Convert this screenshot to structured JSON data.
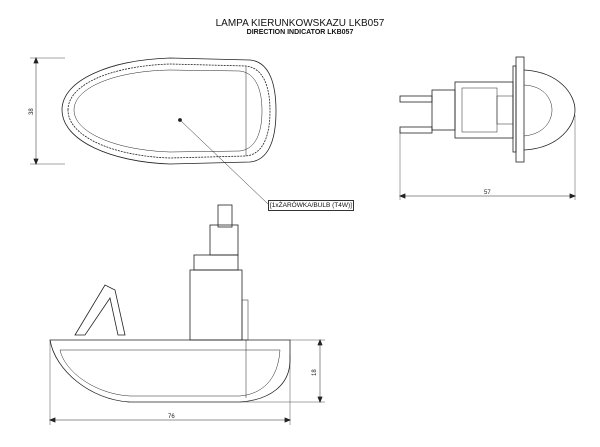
{
  "title": "LAMPA KIERUNKOWSKAZU LKB057",
  "subtitle": "DIRECTION INDICATOR LKB057",
  "callout": "[1xŻARÓWKA/BULB (T4W)]",
  "dimensions": {
    "height_front": "38",
    "length_side": "57",
    "height_bottom": "18",
    "length_bottom": "76"
  }
}
